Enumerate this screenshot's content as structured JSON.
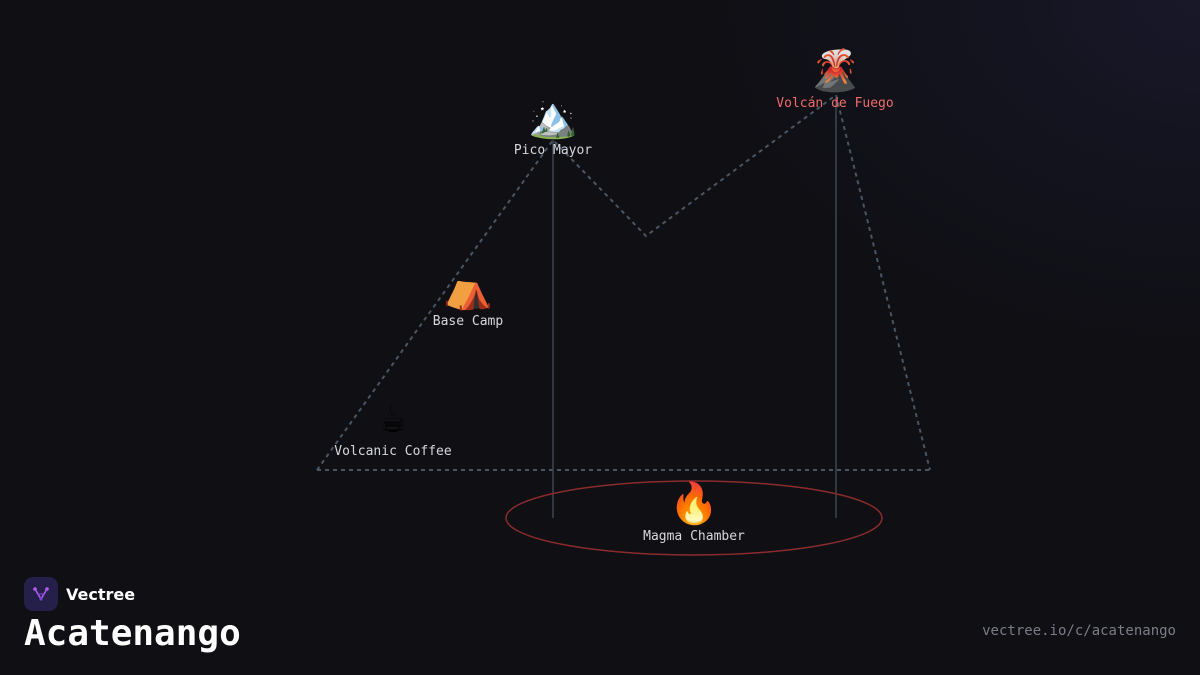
{
  "brand": {
    "name": "Vectree",
    "logo_icon": "vectree-logo-icon",
    "logo_bg": "#24204a",
    "logo_fg": "#b45cf0"
  },
  "title": "Acatenango",
  "url": "vectree.io/c/acatenango",
  "colors": {
    "background": "#0f0f14",
    "dashed_line": "#4b5563",
    "solid_line": "#3f4653",
    "chamber_ring": "#8b2c2c",
    "label": "#d6d8de",
    "danger_label": "#f06b6b"
  },
  "nodes": {
    "pico_mayor": {
      "label": "Pico Mayor",
      "emoji": "🏔️",
      "icon": "snow-mountain-icon"
    },
    "volcan_de_fuego": {
      "label": "Volcán de Fuego",
      "emoji": "🌋",
      "icon": "volcano-icon"
    },
    "base_camp": {
      "label": "Base Camp",
      "emoji": "⛺",
      "icon": "tent-icon"
    },
    "volcanic_coffee": {
      "label": "Volcanic Coffee",
      "emoji": "☕",
      "icon": "coffee-icon"
    },
    "magma_chamber": {
      "label": "Magma Chamber",
      "emoji": "🔥",
      "icon": "fire-icon"
    }
  }
}
